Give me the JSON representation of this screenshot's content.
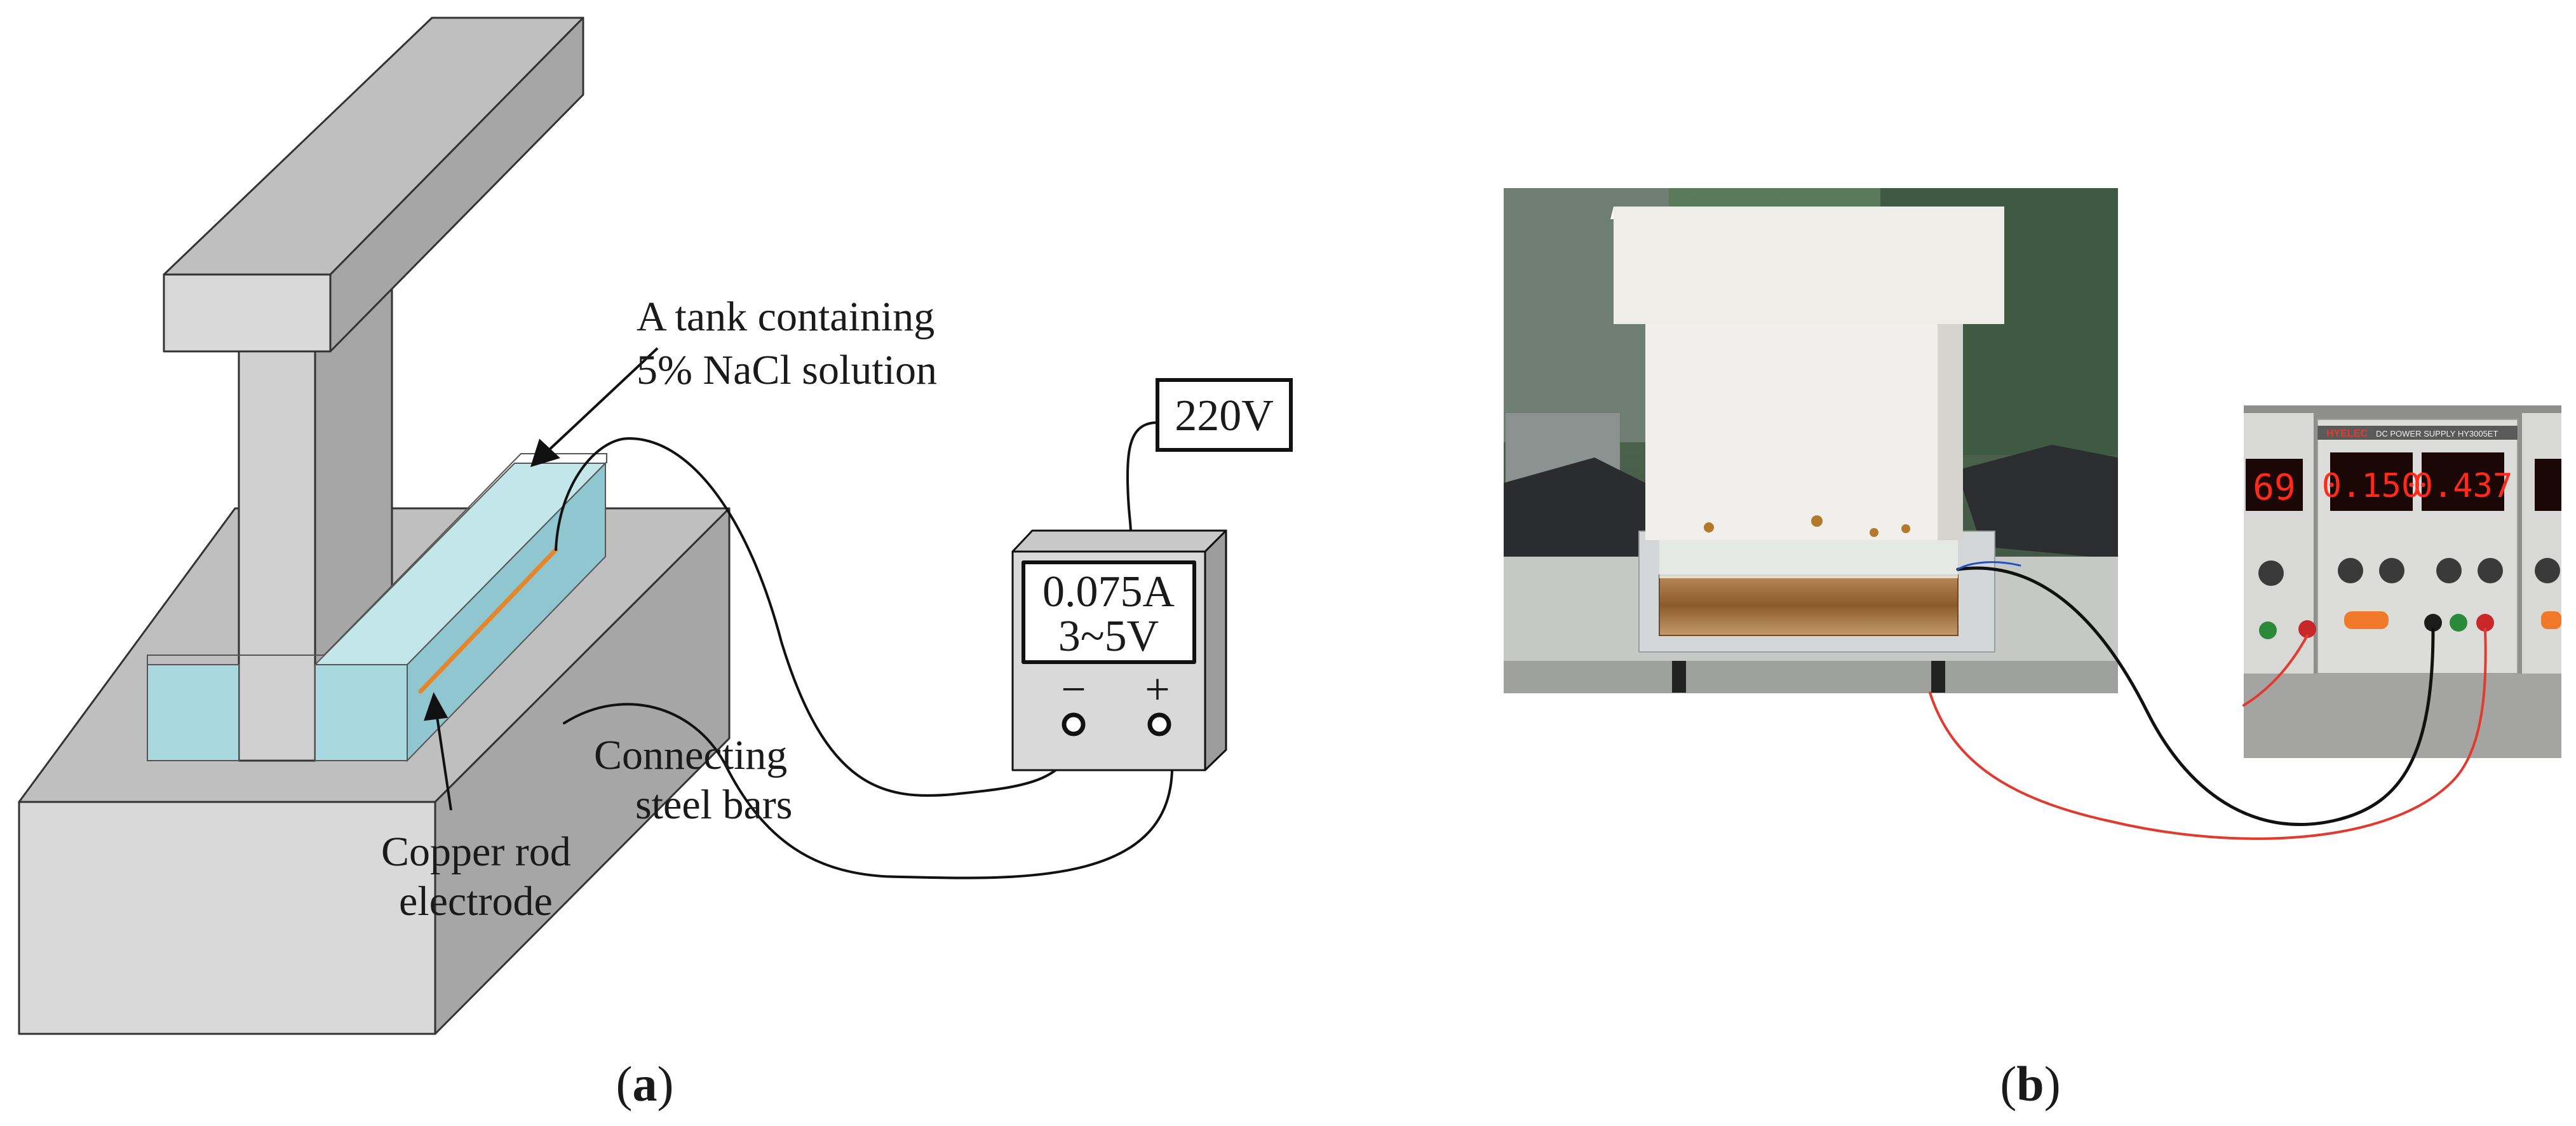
{
  "panel_a": {
    "tank_label_line1": "A tank containing",
    "tank_label_line2": "5% NaCl solution",
    "supply_voltage": "220V",
    "meter_current": "0.075A",
    "meter_voltage": "3~5V",
    "minus_sign": "−",
    "plus_sign": "+",
    "bars_label_line1": "Connecting",
    "bars_label_line2": "steel bars",
    "electrode_label_line1": "Copper rod",
    "electrode_label_line2": "electrode",
    "caption_open": "(",
    "caption_letter": "a",
    "caption_close": ")"
  },
  "panel_b": {
    "psu_brand": "HYELEC",
    "psu_model": "DC POWER SUPPLY HY3005ET",
    "display_current": "0.150",
    "display_voltage": "0.437",
    "display_left_partial": "69",
    "caption_open": "(",
    "caption_letter": "b",
    "caption_close": ")"
  },
  "colors": {
    "concrete_front": "#d9d9d9",
    "concrete_top": "#bfbfbf",
    "concrete_side": "#a6a6a6",
    "water": "#a9d9e0",
    "copper": "#e6862a",
    "wire_red": "#e23a2e",
    "led_red": "#ff2a1a"
  }
}
